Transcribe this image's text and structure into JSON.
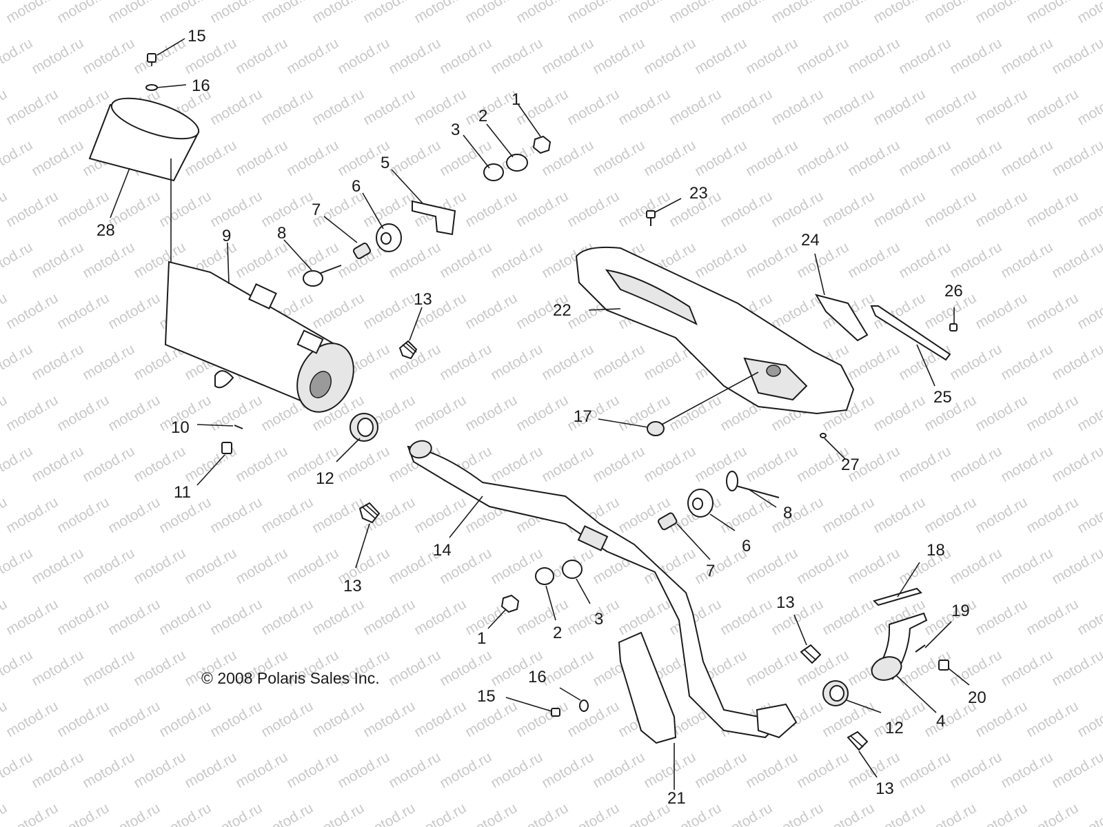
{
  "watermark": "motod.ru",
  "copyright": "© 2008 Polaris Sales Inc.",
  "callouts": {
    "c15a": "15",
    "c16a": "16",
    "c28": "28",
    "c1a": "1",
    "c2a": "2",
    "c3a": "3",
    "c5": "5",
    "c6a": "6",
    "c7a": "7",
    "c8a": "8",
    "c9": "9",
    "c13a": "13",
    "c23": "23",
    "c24": "24",
    "c22": "22",
    "c26": "26",
    "c25": "25",
    "c10": "10",
    "c11": "11",
    "c12a": "12",
    "c17": "17",
    "c27": "27",
    "c14": "14",
    "c13b": "13",
    "c8b": "8",
    "c6b": "6",
    "c7b": "7",
    "c18": "18",
    "c1b": "1",
    "c2b": "2",
    "c3b": "3",
    "c13c": "13",
    "c19": "19",
    "c20": "20",
    "c16b": "16",
    "c15b": "15",
    "c21": "21",
    "c12b": "12",
    "c4": "4",
    "c13d": "13"
  }
}
